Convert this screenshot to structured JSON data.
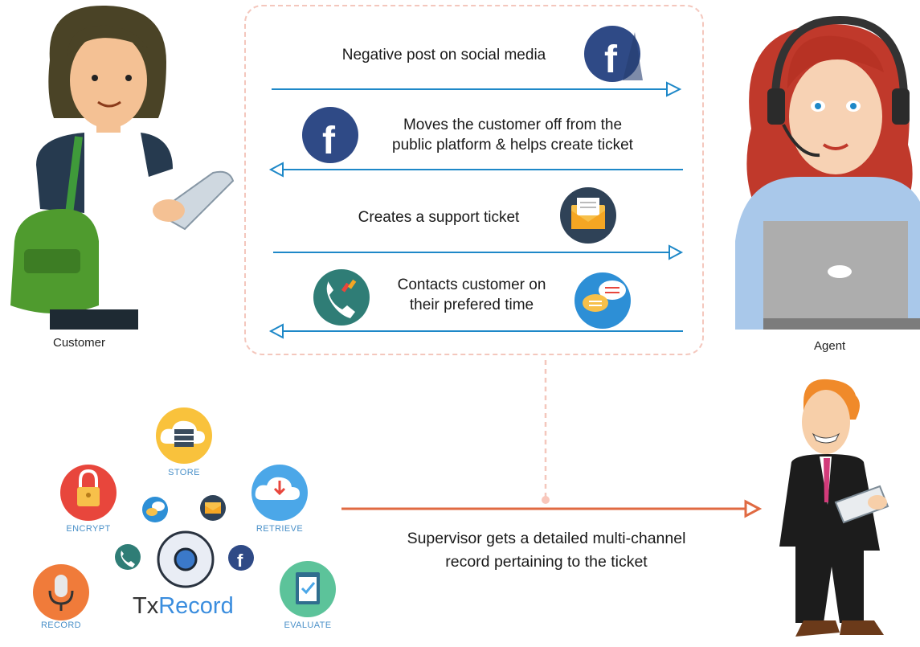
{
  "flow": {
    "steps": [
      {
        "text": "Negative post on social media",
        "direction": "to-agent",
        "icon": "facebook-icon"
      },
      {
        "line1": "Moves the customer off from the",
        "line2": "public platform & helps create ticket",
        "direction": "to-customer",
        "icon": "facebook-icon"
      },
      {
        "text": "Creates a support ticket",
        "direction": "to-agent",
        "icon": "email-icon"
      },
      {
        "line1": "Contacts customer on",
        "line2": "their prefered time",
        "direction": "to-customer",
        "icons": [
          "phone-icon",
          "chat-icon"
        ]
      }
    ]
  },
  "people": {
    "customer": "Customer",
    "agent": "Agent"
  },
  "txrecord": {
    "brand_prefix": "Tx",
    "brand_suffix": "Record",
    "labels": {
      "store": "STORE",
      "encrypt": "ENCRYPT",
      "retrieve": "RETRIEVE",
      "record": "RECORD",
      "evaluate": "EVALUATE"
    }
  },
  "supervisor": {
    "line1": "Supervisor gets a detailed multi-channel",
    "line2": "record pertaining to the ticket"
  },
  "colors": {
    "flow_arrow": "#1e88c8",
    "supervisor_arrow": "#e06a42",
    "dashed_border": "#f4c7bd",
    "facebook_bg": "#2f4a86",
    "store": "#f9c23c",
    "encrypt": "#e8463c",
    "retrieve": "#4ba7e8",
    "record": "#f07b3a",
    "evaluate": "#5cc39a",
    "brand_accent": "#3a8dde"
  }
}
